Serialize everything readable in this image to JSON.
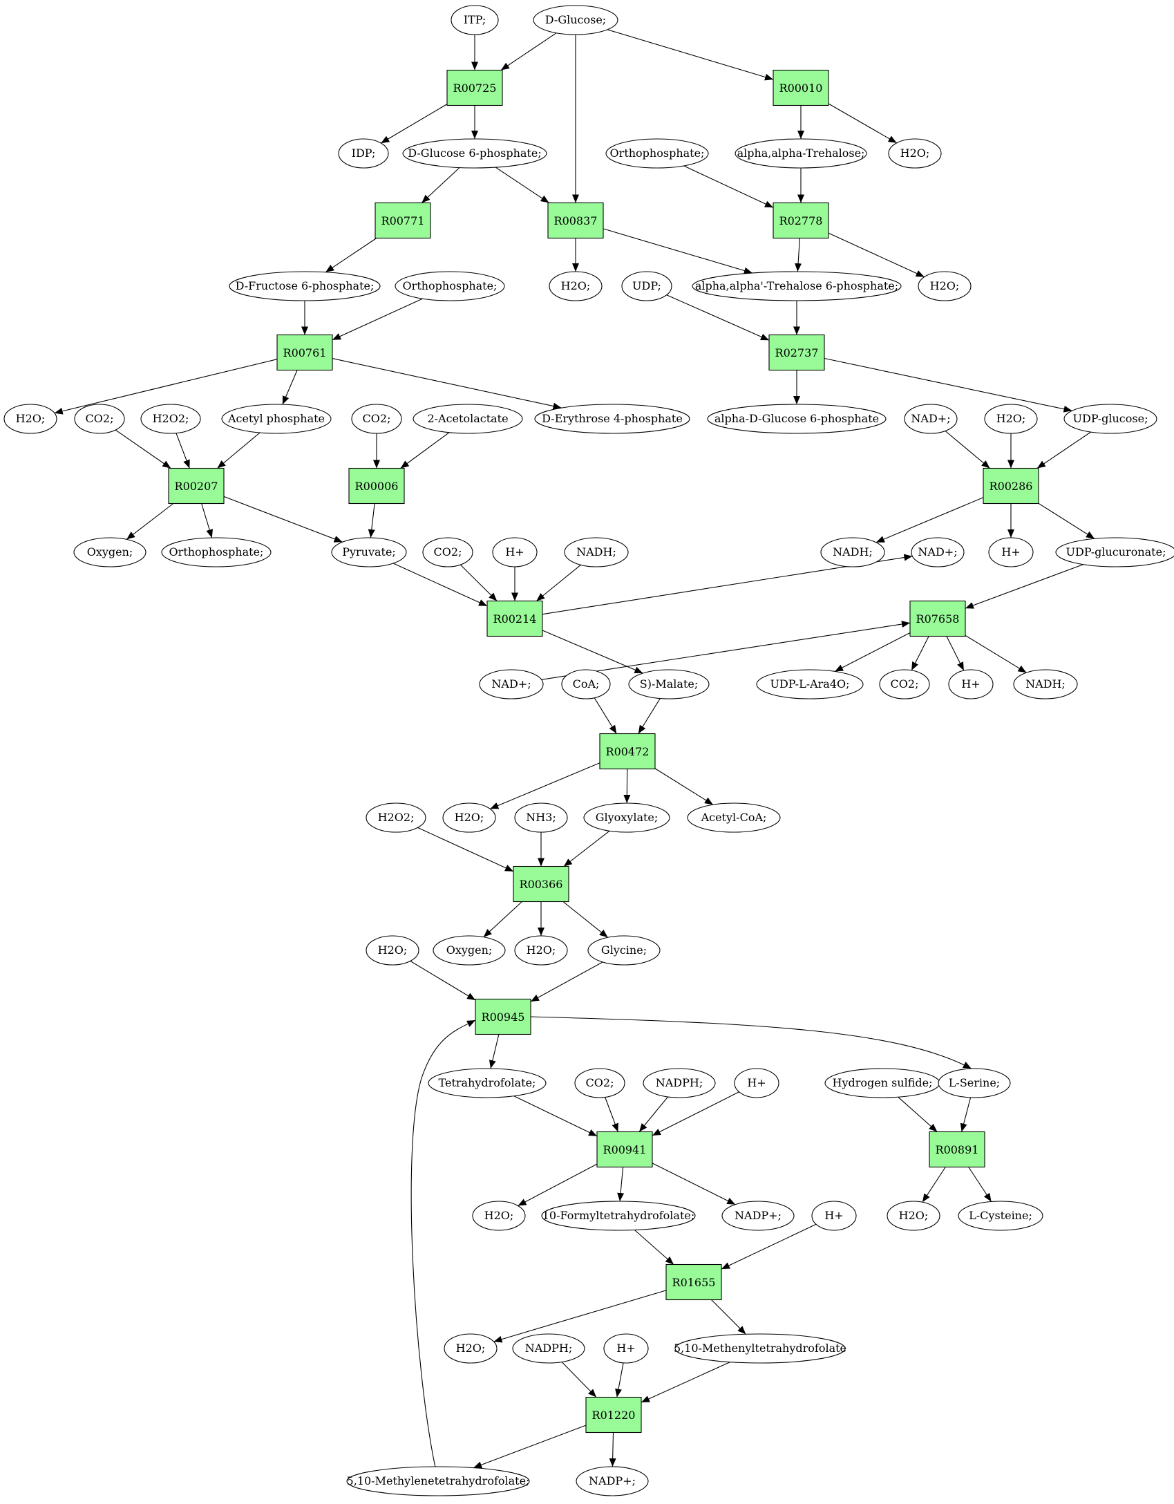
{
  "colors": {
    "reaction_fill": "#98fb98",
    "start_fill": "#00ff00",
    "target_fill": "#ffff00",
    "compound_fill": "#ffffff"
  },
  "start": {
    "id": "n_glc",
    "label": "D-Glucose;"
  },
  "target": {
    "id": "n_cys",
    "label": "L-Cysteine;"
  },
  "reactions": [
    {
      "id": "R00725",
      "label": "R00725"
    },
    {
      "id": "R00010",
      "label": "R00010"
    },
    {
      "id": "R00771",
      "label": "R00771"
    },
    {
      "id": "R00837",
      "label": "R00837"
    },
    {
      "id": "R02778",
      "label": "R02778"
    },
    {
      "id": "R00761",
      "label": "R00761"
    },
    {
      "id": "R02737",
      "label": "R02737"
    },
    {
      "id": "R00207",
      "label": "R00207"
    },
    {
      "id": "R00006",
      "label": "R00006"
    },
    {
      "id": "R00286",
      "label": "R00286"
    },
    {
      "id": "R00214",
      "label": "R00214"
    },
    {
      "id": "R07658",
      "label": "R07658"
    },
    {
      "id": "R00472",
      "label": "R00472"
    },
    {
      "id": "R00366",
      "label": "R00366"
    },
    {
      "id": "R00945",
      "label": "R00945"
    },
    {
      "id": "R00941",
      "label": "R00941"
    },
    {
      "id": "R00891",
      "label": "R00891"
    },
    {
      "id": "R01655",
      "label": "R01655"
    },
    {
      "id": "R01220",
      "label": "R01220"
    }
  ],
  "compounds": [
    {
      "id": "n_itp",
      "label": "ITP;"
    },
    {
      "id": "n_glc",
      "label": "D-Glucose;"
    },
    {
      "id": "n_idp",
      "label": "IDP;"
    },
    {
      "id": "n_g6p",
      "label": "D-Glucose 6-phosphate;"
    },
    {
      "id": "n_pi1",
      "label": "Orthophosphate;"
    },
    {
      "id": "n_aat",
      "label": "alpha,alpha-Trehalose;"
    },
    {
      "id": "n_h2o_a",
      "label": "H2O;"
    },
    {
      "id": "n_f6p",
      "label": "D-Fructose 6-phosphate;"
    },
    {
      "id": "n_pi2",
      "label": "Orthophosphate;"
    },
    {
      "id": "n_h2o_b",
      "label": "H2O;"
    },
    {
      "id": "n_udp",
      "label": "UDP;"
    },
    {
      "id": "n_t6p",
      "label": "alpha,alpha'-Trehalose 6-phosphate;"
    },
    {
      "id": "n_h2o_c",
      "label": "H2O;"
    },
    {
      "id": "n_h2o_d",
      "label": "H2O;"
    },
    {
      "id": "n_co2_a",
      "label": "CO2;"
    },
    {
      "id": "n_h2o2_a",
      "label": "H2O2;"
    },
    {
      "id": "n_acp",
      "label": "Acetyl phosphate"
    },
    {
      "id": "n_co2_b",
      "label": "CO2;"
    },
    {
      "id": "n_acl",
      "label": "2-Acetolactate"
    },
    {
      "id": "n_e4p",
      "label": "D-Erythrose 4-phosphate"
    },
    {
      "id": "n_ag6p",
      "label": "alpha-D-Glucose 6-phosphate"
    },
    {
      "id": "n_nad_a",
      "label": "NAD+;"
    },
    {
      "id": "n_h2o_e",
      "label": "H2O;"
    },
    {
      "id": "n_udpg",
      "label": "UDP-glucose;"
    },
    {
      "id": "n_oxy_a",
      "label": "Oxygen;"
    },
    {
      "id": "n_pi3",
      "label": "Orthophosphate;"
    },
    {
      "id": "n_pyr",
      "label": "Pyruvate;"
    },
    {
      "id": "n_co2_c",
      "label": "CO2;"
    },
    {
      "id": "n_hp_a",
      "label": "H+"
    },
    {
      "id": "n_nadh_a",
      "label": "NADH;"
    },
    {
      "id": "n_nadh_b",
      "label": "NADH;"
    },
    {
      "id": "n_nad_b",
      "label": "NAD+;"
    },
    {
      "id": "n_hp_b",
      "label": "H+"
    },
    {
      "id": "n_udpgu",
      "label": "UDP-glucuronate;"
    },
    {
      "id": "n_nad_c",
      "label": "NAD+;"
    },
    {
      "id": "n_coa",
      "label": "CoA;"
    },
    {
      "id": "n_mal",
      "label": "S)-Malate;"
    },
    {
      "id": "n_ara",
      "label": "UDP-L-Ara4O;"
    },
    {
      "id": "n_co2_d",
      "label": "CO2;"
    },
    {
      "id": "n_hp_c",
      "label": "H+"
    },
    {
      "id": "n_nadh_c",
      "label": "NADH;"
    },
    {
      "id": "n_h2o2_b",
      "label": "H2O2;"
    },
    {
      "id": "n_h2o_f",
      "label": "H2O;"
    },
    {
      "id": "n_nh3",
      "label": "NH3;"
    },
    {
      "id": "n_glx",
      "label": "Glyoxylate;"
    },
    {
      "id": "n_acoa",
      "label": "Acetyl-CoA;"
    },
    {
      "id": "n_h2o_g",
      "label": "H2O;"
    },
    {
      "id": "n_oxy_b",
      "label": "Oxygen;"
    },
    {
      "id": "n_h2o_h",
      "label": "H2O;"
    },
    {
      "id": "n_gly",
      "label": "Glycine;"
    },
    {
      "id": "n_thf",
      "label": "Tetrahydrofolate;"
    },
    {
      "id": "n_co2_e",
      "label": "CO2;"
    },
    {
      "id": "n_nadph_a",
      "label": "NADPH;"
    },
    {
      "id": "n_hp_d",
      "label": "H+"
    },
    {
      "id": "n_h2s",
      "label": "Hydrogen sulfide;"
    },
    {
      "id": "n_ser",
      "label": "L-Serine;"
    },
    {
      "id": "n_h2o_i",
      "label": "H2O;"
    },
    {
      "id": "n_fthf",
      "label": "10-Formyltetrahydrofolate;"
    },
    {
      "id": "n_nadp_a",
      "label": "NADP+;"
    },
    {
      "id": "n_hp_e",
      "label": "H+"
    },
    {
      "id": "n_h2o_j",
      "label": "H2O;"
    },
    {
      "id": "n_cys",
      "label": "L-Cysteine;"
    },
    {
      "id": "n_h2o_k",
      "label": "H2O;"
    },
    {
      "id": "n_nadph_b",
      "label": "NADPH;"
    },
    {
      "id": "n_hp_f",
      "label": "H+"
    },
    {
      "id": "n_methf",
      "label": "5,10-Methenyltetrahydrofolate"
    },
    {
      "id": "n_mlthf",
      "label": "5,10-Methylenetetrahydrofolate;"
    },
    {
      "id": "n_nadp_b",
      "label": "NADP+;"
    }
  ],
  "edges": [
    [
      "n_itp",
      "R00725"
    ],
    [
      "n_glc",
      "R00725"
    ],
    [
      "n_glc",
      "R00837"
    ],
    [
      "n_glc",
      "R00010"
    ],
    [
      "R00725",
      "n_idp"
    ],
    [
      "R00725",
      "n_g6p"
    ],
    [
      "R00010",
      "n_aat"
    ],
    [
      "R00010",
      "n_h2o_a"
    ],
    [
      "n_g6p",
      "R00771"
    ],
    [
      "n_g6p",
      "R00837"
    ],
    [
      "n_pi1",
      "R02778"
    ],
    [
      "n_aat",
      "R02778"
    ],
    [
      "R00771",
      "n_f6p"
    ],
    [
      "R00837",
      "n_h2o_b"
    ],
    [
      "R00837",
      "n_t6p"
    ],
    [
      "R02778",
      "n_t6p"
    ],
    [
      "R02778",
      "n_h2o_c"
    ],
    [
      "n_f6p",
      "R00761"
    ],
    [
      "n_pi2",
      "R00761"
    ],
    [
      "n_udp",
      "R02737"
    ],
    [
      "n_t6p",
      "R02737"
    ],
    [
      "R00761",
      "n_h2o_d"
    ],
    [
      "R00761",
      "n_acp"
    ],
    [
      "R00761",
      "n_e4p"
    ],
    [
      "R02737",
      "n_ag6p"
    ],
    [
      "R02737",
      "n_udpg"
    ],
    [
      "n_co2_a",
      "R00207"
    ],
    [
      "n_h2o2_a",
      "R00207"
    ],
    [
      "n_acp",
      "R00207"
    ],
    [
      "n_co2_b",
      "R00006"
    ],
    [
      "n_acl",
      "R00006"
    ],
    [
      "n_nad_a",
      "R00286"
    ],
    [
      "n_h2o_e",
      "R00286"
    ],
    [
      "n_udpg",
      "R00286"
    ],
    [
      "R00207",
      "n_oxy_a"
    ],
    [
      "R00207",
      "n_pi3"
    ],
    [
      "R00207",
      "n_pyr"
    ],
    [
      "R00006",
      "n_pyr"
    ],
    [
      "R00286",
      "n_nadh_b"
    ],
    [
      "R00286",
      "n_hp_b"
    ],
    [
      "R00286",
      "n_udpgu"
    ],
    [
      "n_pyr",
      "R00214"
    ],
    [
      "n_co2_c",
      "R00214"
    ],
    [
      "n_hp_a",
      "R00214"
    ],
    [
      "n_nadh_a",
      "R00214"
    ],
    [
      "n_nad_c",
      "R07658"
    ],
    [
      "n_udpgu",
      "R07658"
    ],
    [
      "R00214",
      "n_nad_b"
    ],
    [
      "R00214",
      "n_mal"
    ],
    [
      "R07658",
      "n_ara"
    ],
    [
      "R07658",
      "n_co2_d"
    ],
    [
      "R07658",
      "n_hp_c"
    ],
    [
      "R07658",
      "n_nadh_c"
    ],
    [
      "n_coa",
      "R00472"
    ],
    [
      "n_mal",
      "R00472"
    ],
    [
      "R00472",
      "n_h2o_f"
    ],
    [
      "R00472",
      "n_glx"
    ],
    [
      "R00472",
      "n_acoa"
    ],
    [
      "n_h2o2_b",
      "R00366"
    ],
    [
      "n_nh3",
      "R00366"
    ],
    [
      "n_glx",
      "R00366"
    ],
    [
      "R00366",
      "n_oxy_b"
    ],
    [
      "R00366",
      "n_h2o_h"
    ],
    [
      "R00366",
      "n_gly"
    ],
    [
      "n_h2o_g",
      "R00945"
    ],
    [
      "n_gly",
      "R00945"
    ],
    [
      "n_mlthf",
      "R00945"
    ],
    [
      "R00945",
      "n_thf"
    ],
    [
      "R00945",
      "n_ser"
    ],
    [
      "n_thf",
      "R00941"
    ],
    [
      "n_co2_e",
      "R00941"
    ],
    [
      "n_nadph_a",
      "R00941"
    ],
    [
      "n_hp_d",
      "R00941"
    ],
    [
      "n_h2s",
      "R00891"
    ],
    [
      "n_ser",
      "R00891"
    ],
    [
      "R00941",
      "n_h2o_i"
    ],
    [
      "R00941",
      "n_fthf"
    ],
    [
      "R00941",
      "n_nadp_a"
    ],
    [
      "R00891",
      "n_h2o_j"
    ],
    [
      "R00891",
      "n_cys"
    ],
    [
      "n_fthf",
      "R01655"
    ],
    [
      "n_hp_e",
      "R01655"
    ],
    [
      "R01655",
      "n_h2o_k"
    ],
    [
      "R01655",
      "n_methf"
    ],
    [
      "n_nadph_b",
      "R01220"
    ],
    [
      "n_hp_f",
      "R01220"
    ],
    [
      "n_methf",
      "R01220"
    ],
    [
      "R01220",
      "n_mlthf"
    ],
    [
      "R01220",
      "n_nadp_b"
    ]
  ]
}
